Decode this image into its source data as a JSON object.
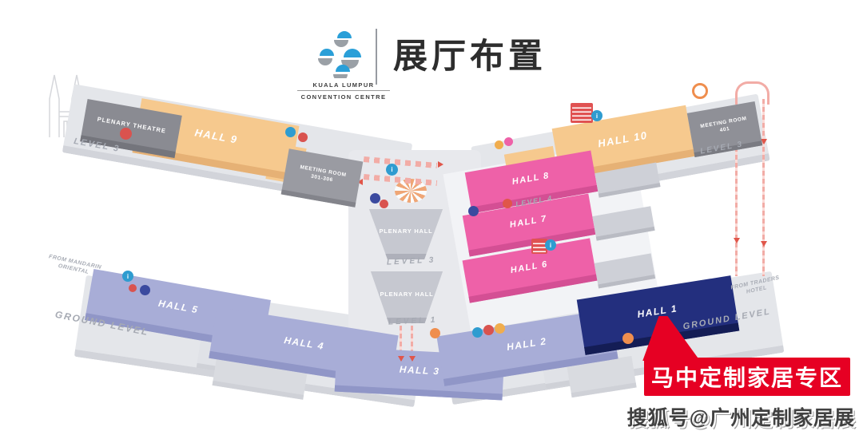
{
  "header": {
    "logo_line1": "KUALA LUMPUR",
    "logo_line2": "CONVENTION CENTRE",
    "title": "展厅布置"
  },
  "map": {
    "halls": [
      {
        "name": "hall-9",
        "label": "HALL 9",
        "color": "#f6c98e"
      },
      {
        "name": "hall-10",
        "label": "HALL 10",
        "color": "#f6c98e"
      },
      {
        "name": "hall-8",
        "label": "HALL 8",
        "color": "#ee61a8"
      },
      {
        "name": "hall-7",
        "label": "HALL 7",
        "color": "#ee61a8"
      },
      {
        "name": "hall-6",
        "label": "HALL 6",
        "color": "#ee61a8"
      },
      {
        "name": "hall-5",
        "label": "HALL 5",
        "color": "#a8add7"
      },
      {
        "name": "hall-4",
        "label": "HALL 4",
        "color": "#a8add7"
      },
      {
        "name": "hall-3",
        "label": "HALL 3",
        "color": "#a8add7"
      },
      {
        "name": "hall-2",
        "label": "HALL 2",
        "color": "#a8add7"
      },
      {
        "name": "hall-1",
        "label": "HALL 1",
        "color": "#232f7e",
        "highlighted": true
      }
    ],
    "rooms": {
      "plenary_theatre": "PLENARY THEATRE",
      "plenary_hall_upper": "PLENARY HALL",
      "plenary_hall_lower": "PLENARY HALL",
      "meeting_room_left": "MEETING ROOM 301-306",
      "meeting_room_right": "MEETING ROOM 401"
    },
    "labels": {
      "level3_left": "LEVEL 3",
      "level3_right": "LEVEL 3",
      "level4": "LEVEL 4",
      "level3_center": "LEVEL 3",
      "level1_center": "LEVEL 1",
      "ground_left": "GROUND LEVEL",
      "ground_right": "GROUND LEVEL",
      "from_mandarin": "FROM MANDARIN ORIENTAL",
      "from_traders": "FROM TRADERS HOTEL"
    },
    "callout": {
      "text": "马中定制家居专区",
      "color": "#e60023",
      "target_hall": "HALL 1"
    },
    "colors": {
      "orange_halls": "#f6c98e",
      "pink_halls": "#ee61a8",
      "lavender_halls": "#a8add7",
      "navy_highlight_hall": "#232f7e",
      "walkway": "#e4e6ea",
      "circulation_path": "#f2aca6",
      "accent_red": "#e60023"
    },
    "icons": {
      "info_glyph": "i"
    }
  },
  "watermark": "搜狐号@广州定制家居展"
}
